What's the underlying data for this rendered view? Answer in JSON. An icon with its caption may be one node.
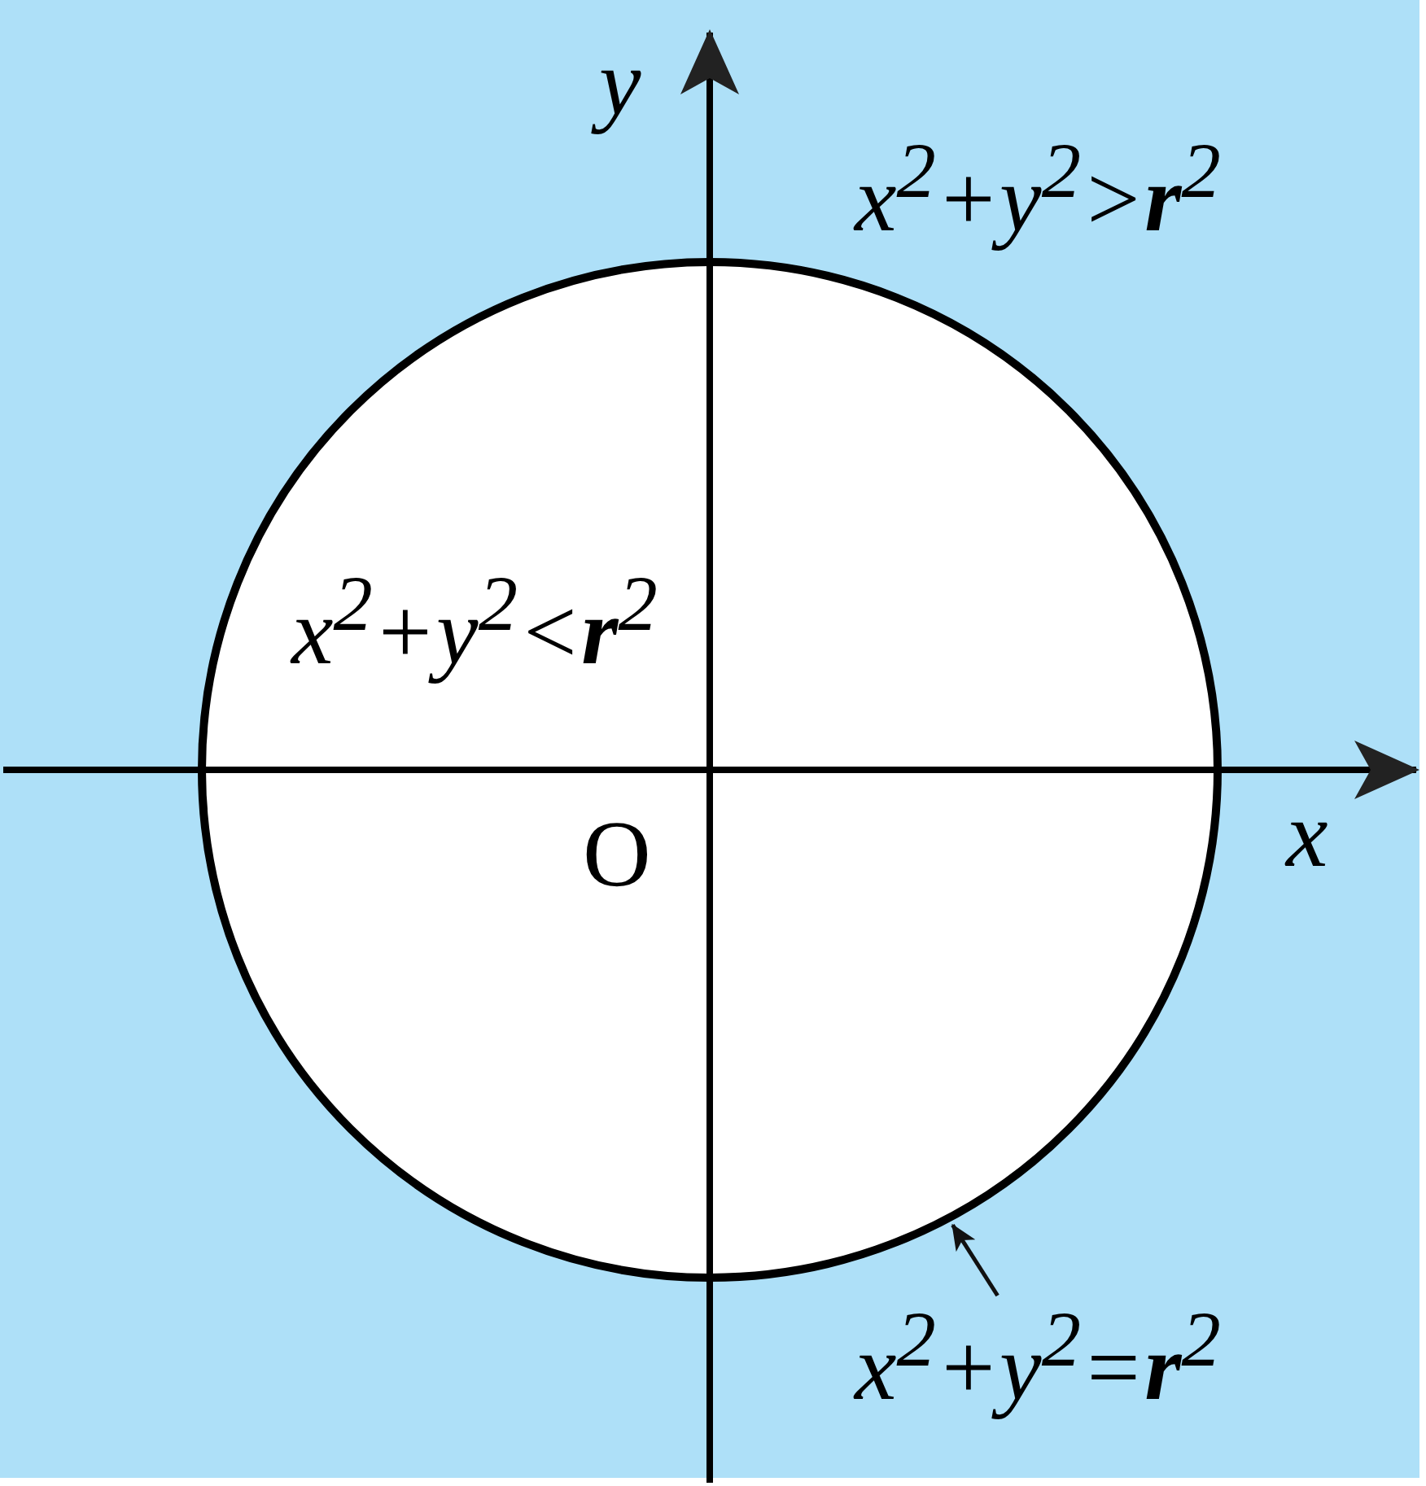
{
  "diagram": {
    "nodes": [
      {
        "text": [
          "x$^{2}$+y$^{2}$<**r**$^{2}$"
        ]
      },
      {
        "text": [
          "x$^{2}$+y$^{2}$=**r**$^{2}$"
        ]
      }
    ],
    "edges": [
      {
        "from": 1,
        "to": 0,
        "arrow": "to"
      }
    ],
    "labels": [
      "y",
      "x$^{2}$+y$^{2}$>**r**$^{2}$",
      "x",
      "O"
    ]
  }
}
